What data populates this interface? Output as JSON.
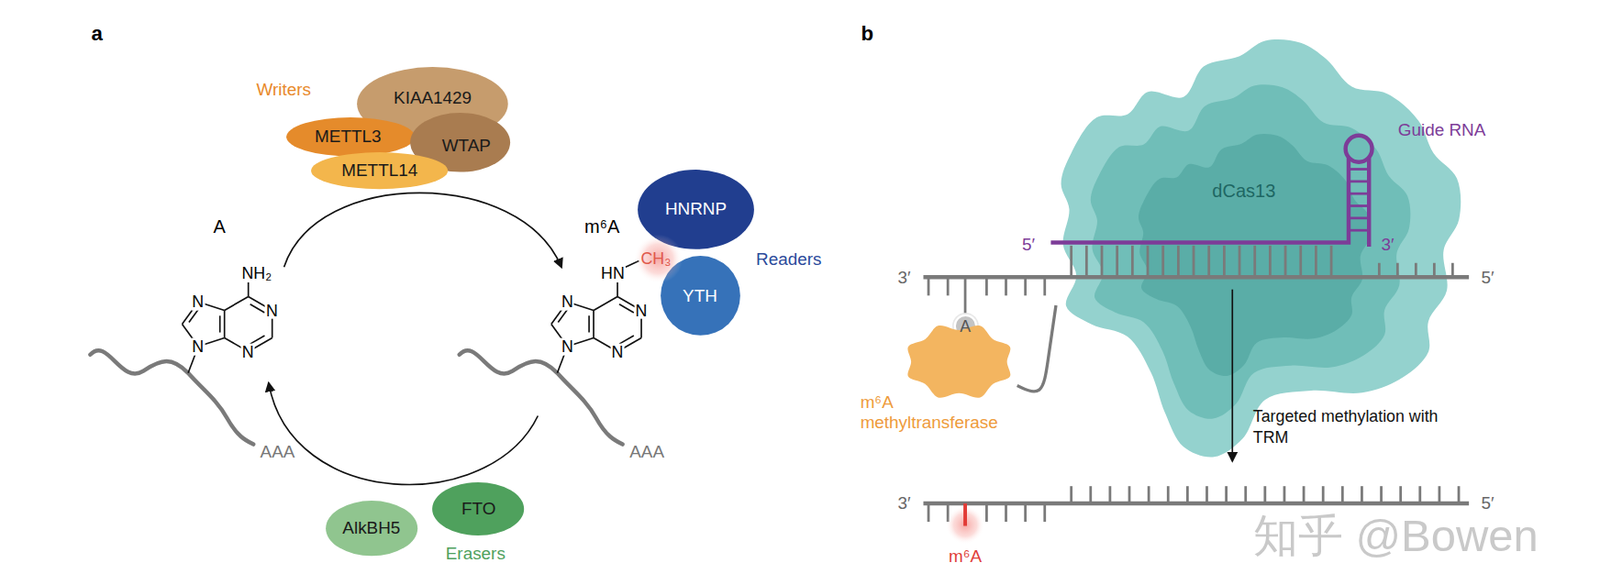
{
  "diagram": {
    "nodes": [
      {
        "text": [
          "KIAA1429"
        ]
      },
      {
        "text": [
          "METTL3"
        ]
      },
      {
        "text": [
          "WTAP"
        ]
      },
      {
        "text": [
          "METTL14"
        ]
      },
      {
        "text": [
          "HNRNP"
        ]
      },
      {
        "text": [
          "YTH"
        ]
      },
      {
        "text": [
          "AlkBH5"
        ]
      },
      {
        "text": [
          "FTO"
        ]
      },
      {
        "text": [
          "dCas13"
        ]
      },
      {
        "text": [
          "A"
        ]
      },
      {
        "text": [
          "m⁶A methyltransferase"
        ]
      }
    ],
    "edges": [
      {
        "from": 8,
        "to": 10,
        "arrow": "none"
      }
    ],
    "labels": [
      "a",
      "Writers",
      "A",
      "NH₂",
      "N",
      "N",
      "N",
      "N",
      "AAA",
      "m⁶A",
      "HN",
      "CH₃",
      "N",
      "N",
      "N",
      "N",
      "AAA",
      "Readers",
      "Erasers",
      "b",
      "Guide RNA",
      "5′",
      "3′",
      "3′",
      "5′",
      "Targeted methylation with TRM",
      "3′",
      "5′",
      "m⁶A",
      "知乎 @Bowen"
    ]
  }
}
